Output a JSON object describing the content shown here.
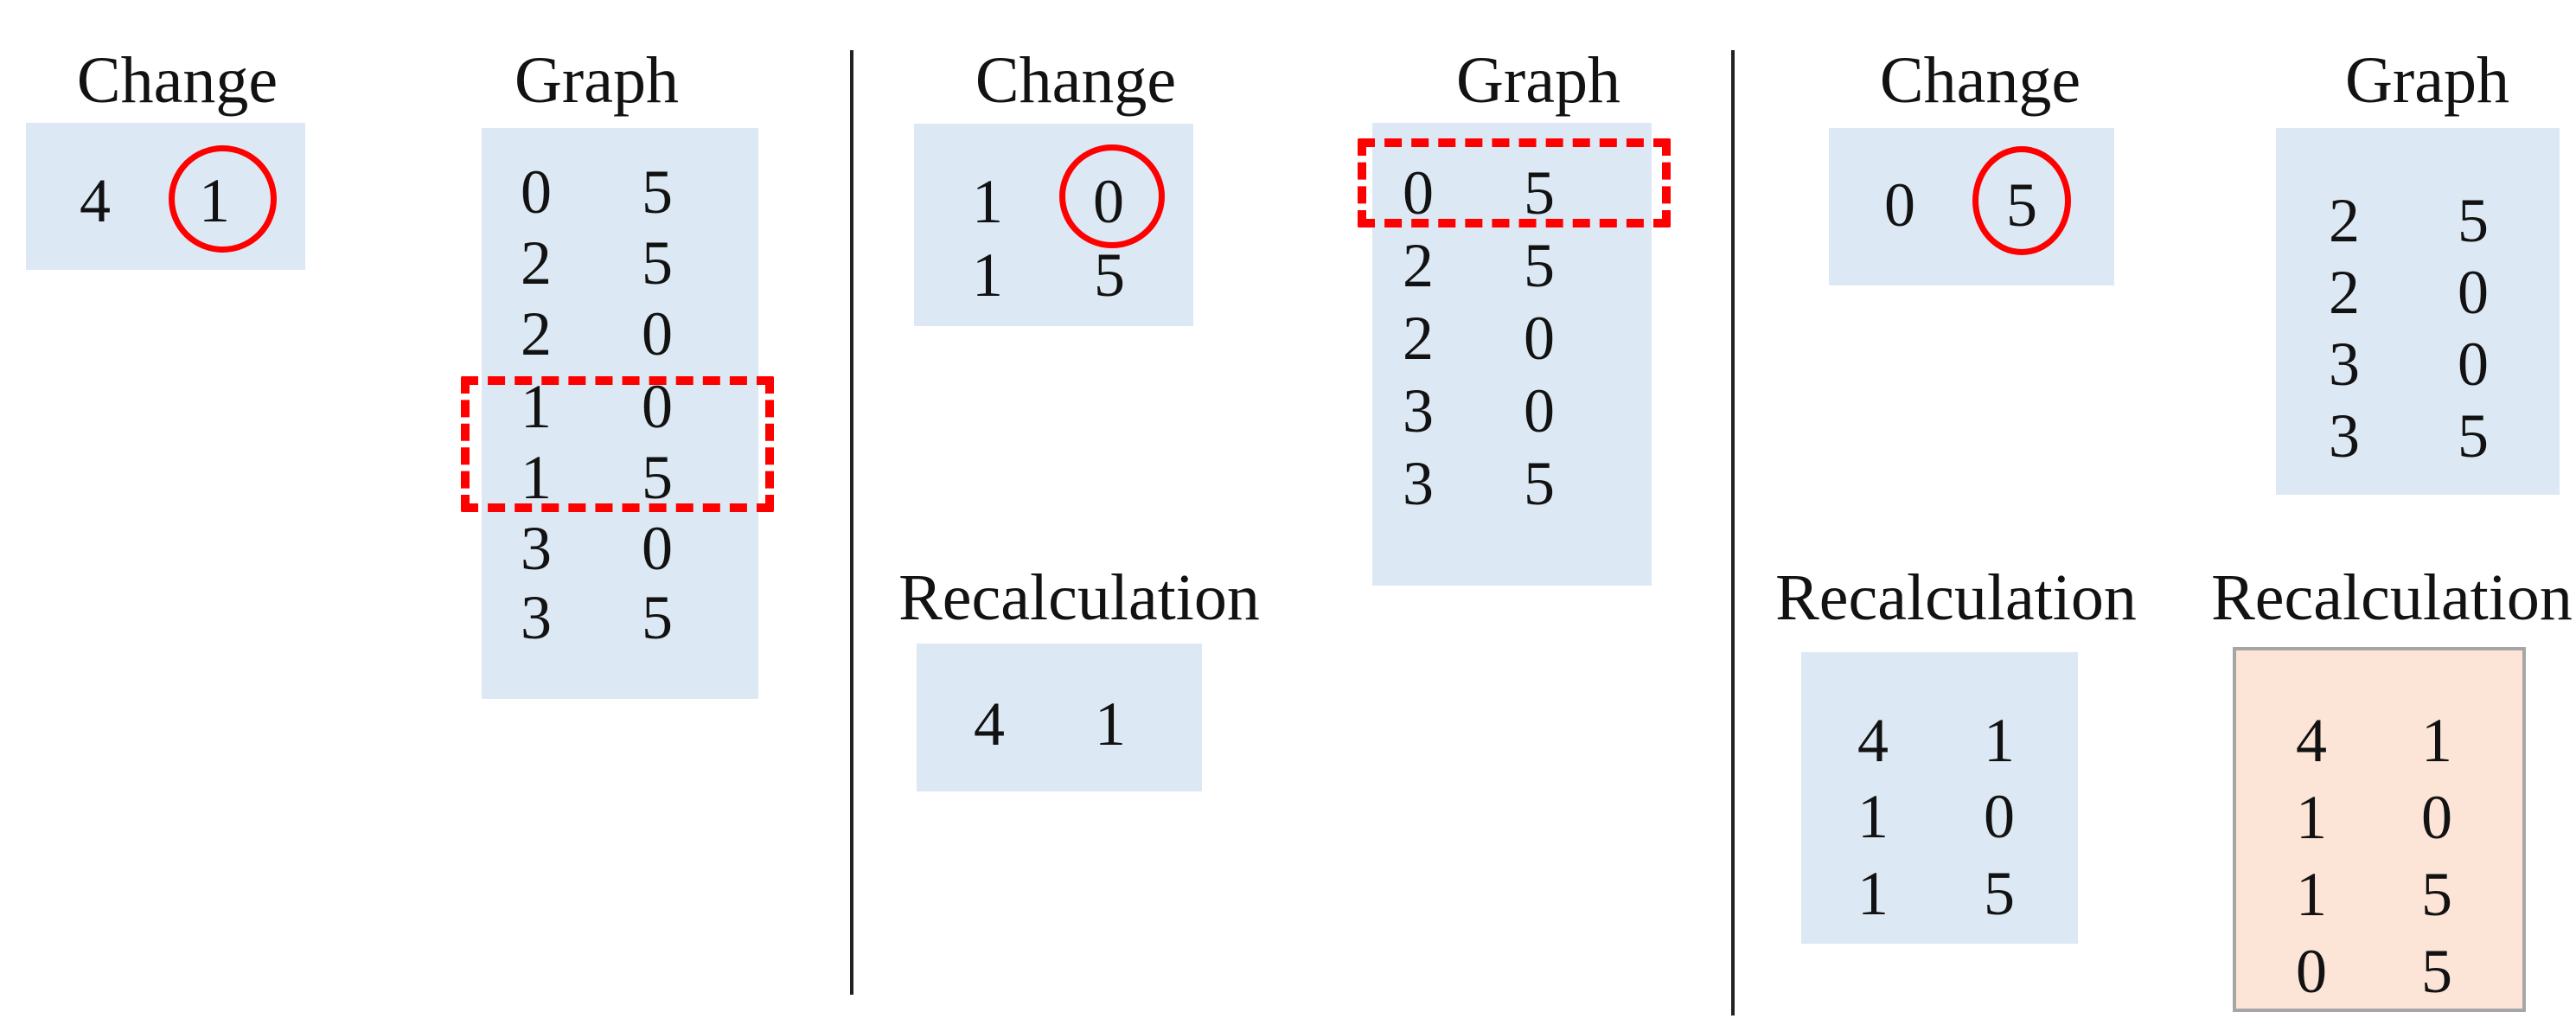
{
  "colors": {
    "box_fill_blue": "#dce8f3",
    "box_fill_peach": "#fce4d6",
    "box_border_gray": "#a6a6a6",
    "highlight_red": "#ff0000",
    "divider": "#222222",
    "text": "#121212"
  },
  "panels": [
    {
      "name": "panel-1",
      "change": {
        "title": "Change",
        "rows": [
          [
            "4",
            "1"
          ]
        ],
        "annotation": {
          "type": "red-circle",
          "circled_value": "1"
        }
      },
      "graph": {
        "title": "Graph",
        "rows": [
          [
            "0",
            "5"
          ],
          [
            "2",
            "5"
          ],
          [
            "2",
            "0"
          ],
          [
            "1",
            "0"
          ],
          [
            "1",
            "5"
          ],
          [
            "3",
            "0"
          ],
          [
            "3",
            "5"
          ]
        ],
        "annotation": {
          "type": "red-dashed-rect",
          "highlighted_rows": [
            "1 0",
            "1 5"
          ]
        }
      }
    },
    {
      "name": "panel-2",
      "change": {
        "title": "Change",
        "rows": [
          [
            "1",
            "0"
          ],
          [
            "1",
            "5"
          ]
        ],
        "annotation": {
          "type": "red-circle",
          "circled_value": "0"
        }
      },
      "graph": {
        "title": "Graph",
        "rows": [
          [
            "0",
            "5"
          ],
          [
            "2",
            "5"
          ],
          [
            "2",
            "0"
          ],
          [
            "3",
            "0"
          ],
          [
            "3",
            "5"
          ]
        ],
        "annotation": {
          "type": "red-dashed-rect",
          "highlighted_rows": [
            "0 5"
          ]
        }
      },
      "recalculation": {
        "title": "Recalculation",
        "rows": [
          [
            "4",
            "1"
          ]
        ]
      }
    },
    {
      "name": "panel-3",
      "change": {
        "title": "Change",
        "rows": [
          [
            "0",
            "5"
          ]
        ],
        "annotation": {
          "type": "red-circle",
          "circled_value": "5"
        }
      },
      "graph": {
        "title": "Graph",
        "rows": [
          [
            "2",
            "5"
          ],
          [
            "2",
            "0"
          ],
          [
            "3",
            "0"
          ],
          [
            "3",
            "5"
          ]
        ]
      },
      "recalculation": {
        "title": "Recalculation",
        "rows": [
          [
            "4",
            "1"
          ],
          [
            "1",
            "0"
          ],
          [
            "1",
            "5"
          ]
        ]
      },
      "recalculation_final": {
        "title": "Recalculation",
        "style": "peach",
        "rows": [
          [
            "4",
            "1"
          ],
          [
            "1",
            "0"
          ],
          [
            "1",
            "5"
          ],
          [
            "0",
            "5"
          ]
        ]
      }
    }
  ]
}
